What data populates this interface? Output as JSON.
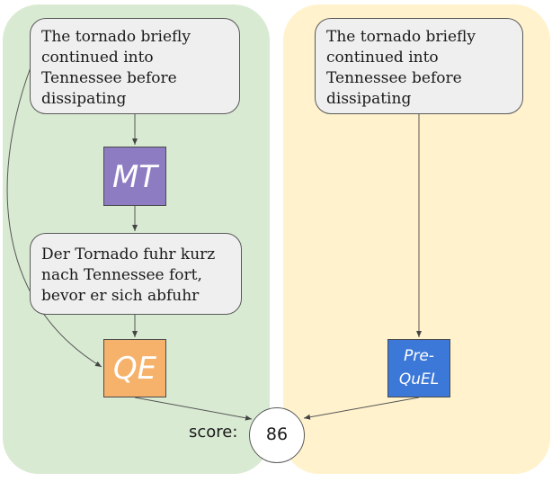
{
  "pipeline_left": {
    "source_text": "The tornado briefly continued into Tennessee before dissipating",
    "mt_label": "MT",
    "mt_output_text": "Der Tornado fuhr kurz nach Tennessee fort, bevor er sich abfuhr",
    "qe_label": "QE"
  },
  "pipeline_right": {
    "source_text": "The tornado briefly continued into Tennessee before dissipating",
    "prequel_label_line1": "Pre-",
    "prequel_label_line2": "QuEL"
  },
  "score": {
    "label": "score:",
    "value": "86"
  },
  "colors": {
    "left_panel": "#d9ead3",
    "right_panel": "#fff2cc",
    "mt_box": "#8e7cc3",
    "qe_box": "#f6b26b",
    "prequel_box": "#3c78d8",
    "text_box": "#efefef"
  }
}
